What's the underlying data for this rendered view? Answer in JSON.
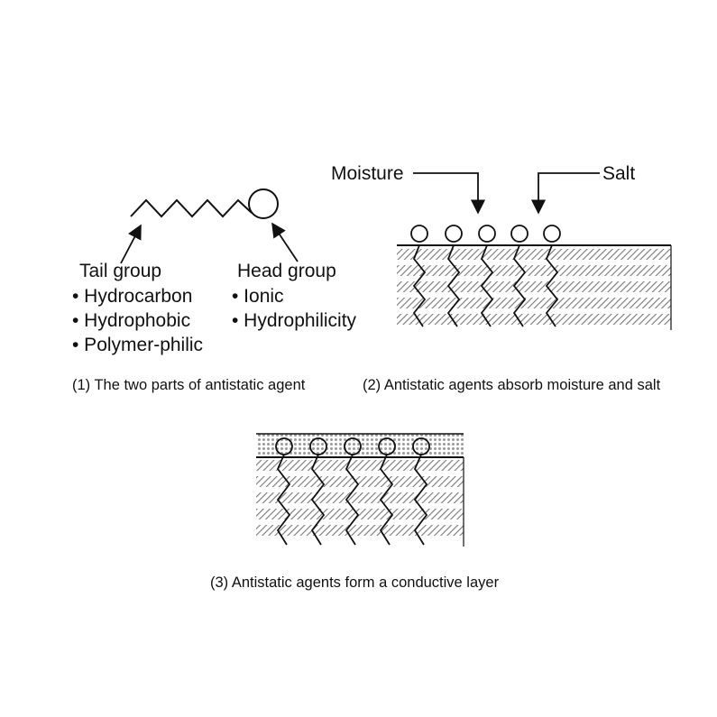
{
  "panel1": {
    "tail_title": "Tail group",
    "tail_items": [
      "• Hydrocarbon",
      "• Hydrophobic",
      "• Polymer-philic"
    ],
    "head_title": "Head group",
    "head_items": [
      "• Ionic",
      "• Hydrophilicity"
    ],
    "caption": "(1) The two parts of antistatic agent"
  },
  "panel2": {
    "moisture_label": "Moisture",
    "salt_label": "Salt",
    "caption": "(2) Antistatic agents absorb moisture and salt"
  },
  "panel3": {
    "caption": "(3) Antistatic agents form a conductive layer"
  },
  "colors": {
    "ink": "#111111",
    "hatch": "#777777",
    "dots": "#9a9a9a"
  }
}
